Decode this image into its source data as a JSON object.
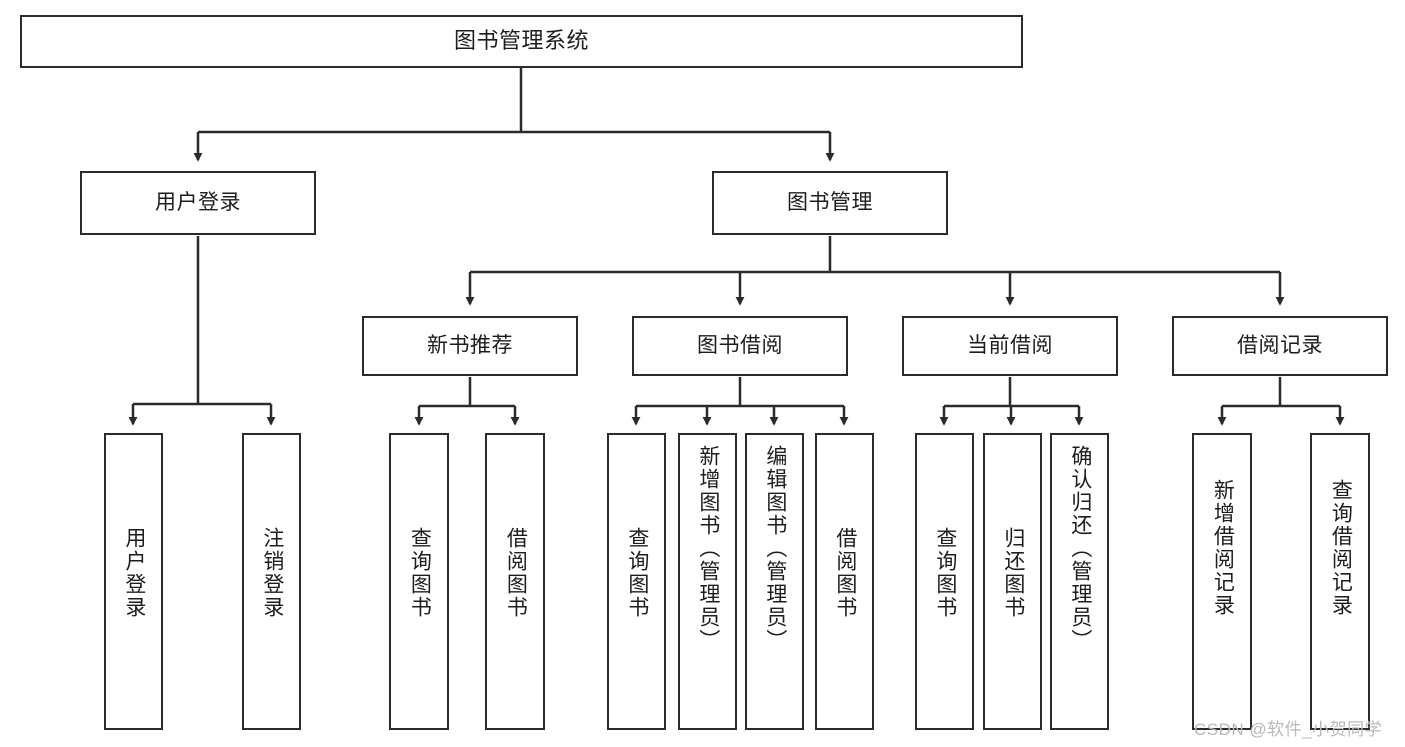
{
  "diagram": {
    "title": "图书管理系统",
    "type": "functional-structure-tree",
    "levels": 4,
    "nodes": {
      "root": {
        "label": "图书管理系统"
      },
      "level2": [
        {
          "id": "user-login",
          "label": "用户登录"
        },
        {
          "id": "book-management",
          "label": "图书管理"
        }
      ],
      "level3": [
        {
          "id": "new-book-recommend",
          "label": "新书推荐"
        },
        {
          "id": "book-borrow",
          "label": "图书借阅"
        },
        {
          "id": "current-borrow",
          "label": "当前借阅"
        },
        {
          "id": "borrow-record",
          "label": "借阅记录"
        }
      ],
      "leaves": {
        "user-login": [
          {
            "id": "login",
            "label": "用户登录"
          },
          {
            "id": "logout",
            "label": "注销登录"
          }
        ],
        "new-book-recommend": [
          {
            "id": "query-book-1",
            "label": "查询图书"
          },
          {
            "id": "borrow-book-1",
            "label": "借阅图书"
          }
        ],
        "book-borrow": [
          {
            "id": "query-book-2",
            "label": "查询图书"
          },
          {
            "id": "add-book",
            "label": "新增图书（管理员）"
          },
          {
            "id": "edit-book",
            "label": "编辑图书（管理员）"
          },
          {
            "id": "borrow-book-2",
            "label": "借阅图书"
          }
        ],
        "current-borrow": [
          {
            "id": "query-book-3",
            "label": "查询图书"
          },
          {
            "id": "return-book",
            "label": "归还图书"
          },
          {
            "id": "confirm-return",
            "label": "确认归还（管理员）"
          }
        ],
        "borrow-record": [
          {
            "id": "add-record",
            "label": "新增借阅记录"
          },
          {
            "id": "query-record",
            "label": "查询借阅记录"
          }
        ]
      }
    },
    "colors": {
      "box_border": "#2b2b2b",
      "box_fill": "#ffffff",
      "edge": "#2b2b2b",
      "text": "#1d1d1d",
      "watermark": "#b9b9b9",
      "background": "#ffffff"
    }
  },
  "watermark": {
    "text": "CSDN @软件_小贺同学"
  }
}
